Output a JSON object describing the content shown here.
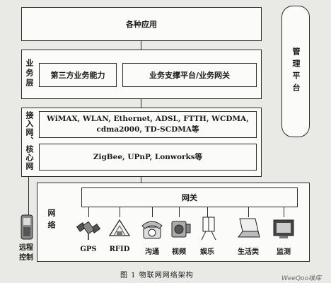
{
  "top": {
    "apps": "各种应用"
  },
  "business": {
    "layer_label": "业务层",
    "third_party": "第三方业务能力",
    "platform": "业务支撑平台/业务网关"
  },
  "management": {
    "label": "管理平台"
  },
  "access": {
    "layer_label": "接入网、核心网",
    "tech_line1": "WiMAX, WLAN, Ethernet, ADSL, FTTH, WCDMA,",
    "tech_line2": "cdma2000, TD-SCDMA等",
    "short_range": "ZigBee, UPnP, Lonworks等"
  },
  "network": {
    "label": "网络",
    "gateway": "网关",
    "devices": [
      "GPS",
      "RFID",
      "沟通",
      "视频",
      "娱乐",
      "生活类",
      "监测"
    ]
  },
  "remote": {
    "label_line1": "远程",
    "label_line2": "控制"
  },
  "caption": "图 1   物联网网络架构",
  "watermark": "WeeQoo维库"
}
